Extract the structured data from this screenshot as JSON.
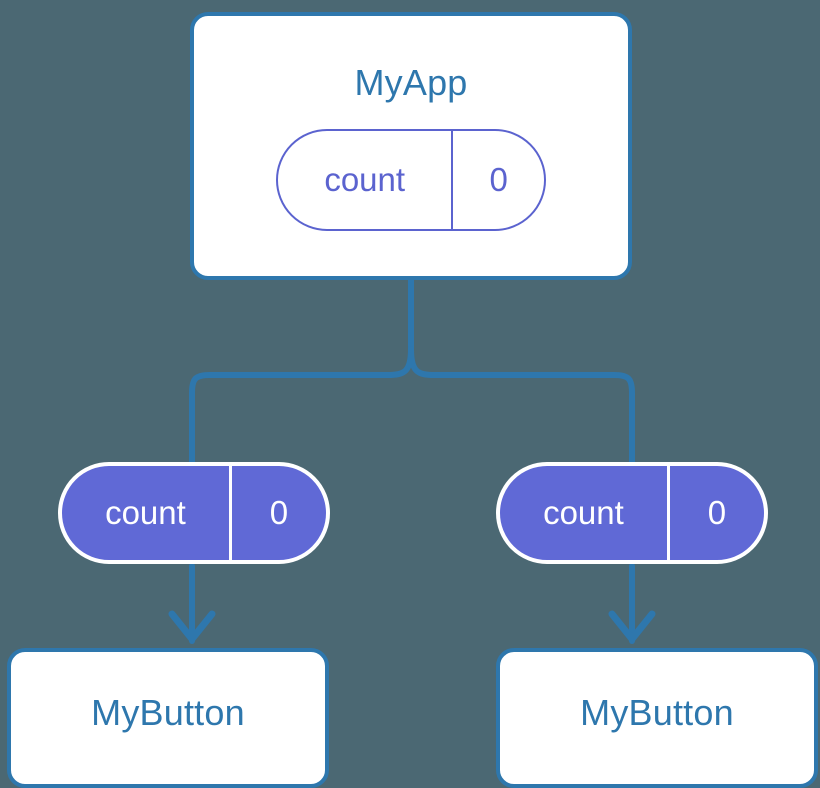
{
  "diagram": {
    "title_text": "MyApp",
    "background_color": "#4b6873",
    "accent_blue": "#2e77ad",
    "accent_purple": "#5b63cf",
    "props_fill": "#6069d6"
  },
  "root_component": {
    "name": "MyApp",
    "state": {
      "key": "count",
      "value": "0"
    }
  },
  "children": [
    {
      "props": {
        "key": "count",
        "value": "0"
      },
      "component": {
        "name": "MyButton"
      }
    },
    {
      "props": {
        "key": "count",
        "value": "0"
      },
      "component": {
        "name": "MyButton"
      }
    }
  ]
}
